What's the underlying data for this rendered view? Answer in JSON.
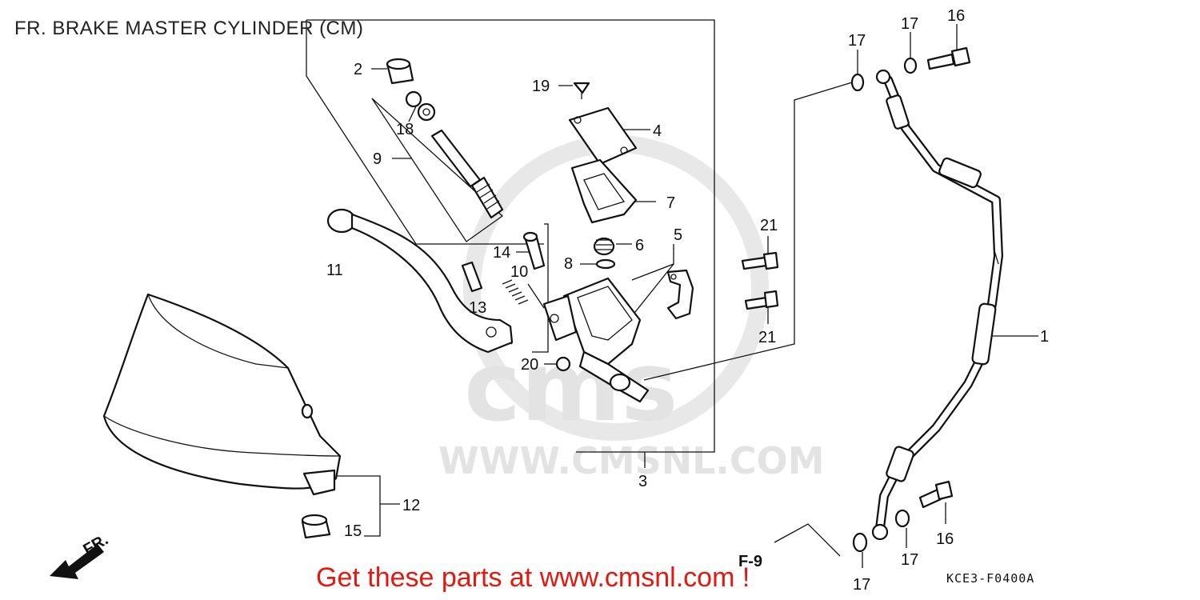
{
  "title": "FR. BRAKE MASTER CYLINDER (CM)",
  "watermark": {
    "site": "WWW.CMSNL.COM",
    "logo": "cms",
    "color": "#e3e3e3"
  },
  "callouts": {
    "c1": "1",
    "c2": "2",
    "c3": "3",
    "c4": "4",
    "c5": "5",
    "c6": "6",
    "c7": "7",
    "c8": "8",
    "c9": "9",
    "c10": "10",
    "c11": "11",
    "c12": "12",
    "c13": "13",
    "c14": "14",
    "c15": "15",
    "c16a": "16",
    "c16b": "16",
    "c17a": "17",
    "c17b": "17",
    "c17c": "17",
    "c17d": "17",
    "c18": "18",
    "c19": "19",
    "c20": "20",
    "c21a": "21",
    "c21b": "21"
  },
  "direction_label": "FR.",
  "reference": "F-9",
  "diagram_code": "KCE3-F0400A",
  "cta": {
    "text": "Get these parts at www.cmsnl.com !",
    "color": "#e5180f"
  },
  "icons": {
    "direction": "front-arrow-icon"
  }
}
